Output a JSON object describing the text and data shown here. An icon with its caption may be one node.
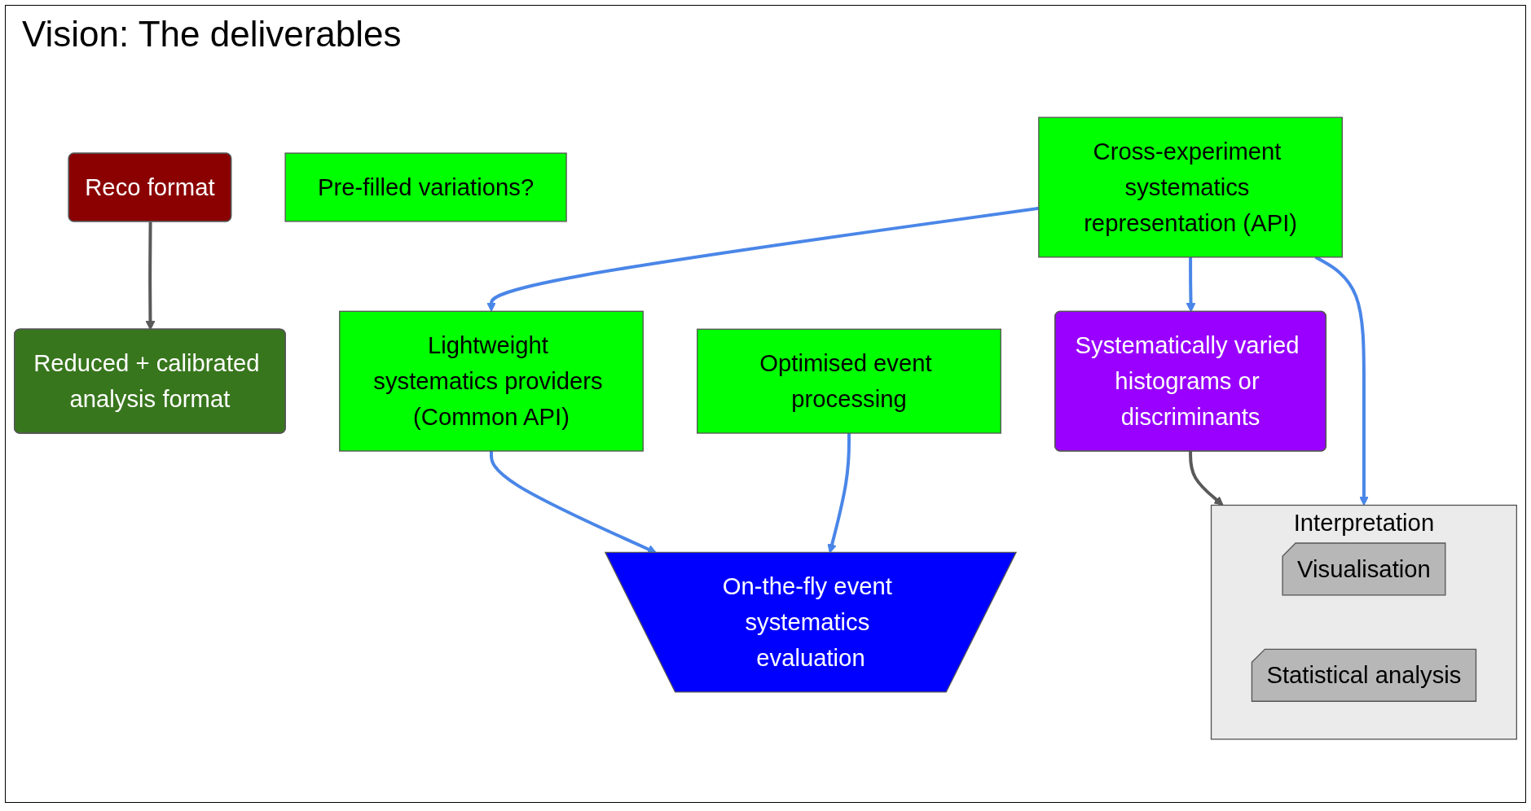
{
  "diagram": {
    "title": "Vision: The deliverables",
    "nodes": [
      {
        "text": [
          "Reco format"
        ]
      },
      {
        "text": [
          "Reduced + calibrated analysis format"
        ]
      },
      {
        "text": [
          "Optimised event processing"
        ]
      },
      {
        "text": [
          "Lightweight systematics providers (Common API)"
        ]
      },
      {
        "text": [
          "On-the-fly event systematics evaluation"
        ]
      },
      {
        "text": [
          "Interpretation"
        ]
      },
      {
        "text": [
          "Pre-filled variations?"
        ]
      },
      {
        "text": [
          "Cross-experiment systematics representation (API)"
        ]
      },
      {
        "text": [
          "Systematically varied histograms or discriminants"
        ]
      },
      {
        "text": [
          "Visualisation"
        ],
        "in": 5
      },
      {
        "text": [
          "Statistical analysis"
        ],
        "in": 5
      }
    ],
    "edges": [
      {
        "from": 0,
        "to": 1,
        "arrow": "to",
        "color": "#595959"
      },
      {
        "from": 3,
        "to": 4,
        "arrow": "to"
      },
      {
        "from": 2,
        "to": 4,
        "arrow": "to"
      },
      {
        "from": 7,
        "to": 3,
        "arrow": "to"
      },
      {
        "from": 7,
        "to": 8,
        "arrow": "to"
      },
      {
        "from": 8,
        "to": 5,
        "arrow": "to",
        "color": "#595959"
      },
      {
        "from": 7,
        "to": 5,
        "arrow": "to"
      }
    ]
  }
}
